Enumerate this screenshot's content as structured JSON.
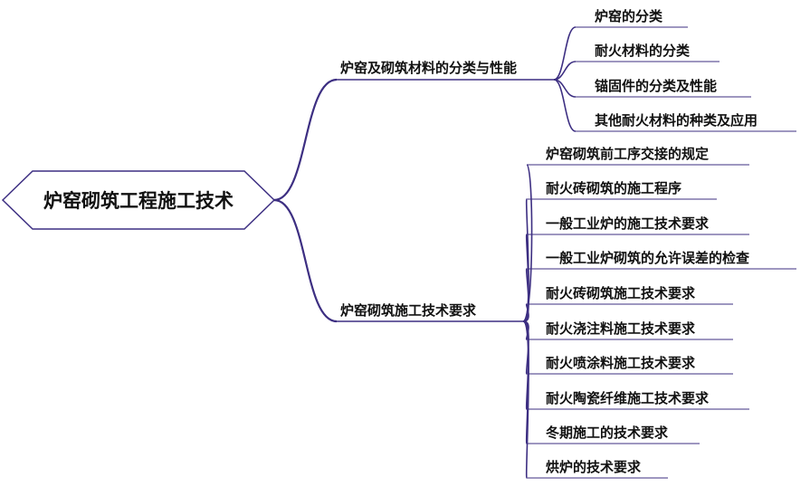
{
  "root": {
    "label": "炉窑砌筑工程施工技术"
  },
  "branches": [
    {
      "label": "炉窑及砌筑材料的分类与性能",
      "children": [
        "炉窑的分类",
        "耐火材料的分类",
        "锚固件的分类及性能",
        "其他耐火材料的种类及应用"
      ]
    },
    {
      "label": "炉窑砌筑施工技术要求",
      "children": [
        "炉窑砌筑前工序交接的规定",
        "耐火砖砌筑的施工程序",
        "一般工业炉的施工技术要求",
        "一般工业炉砌筑的允许误差的检查",
        "耐火砖砌筑施工技术要求",
        "耐火浇注料施工技术要求",
        "耐火喷涂料施工技术要求",
        "耐火陶瓷纤维施工技术要求",
        "冬期施工的技术要求",
        "烘炉的技术要求"
      ]
    }
  ],
  "colors": {
    "line": "#3d2f82",
    "text": "#111111",
    "root_border": "#3d2f82"
  }
}
